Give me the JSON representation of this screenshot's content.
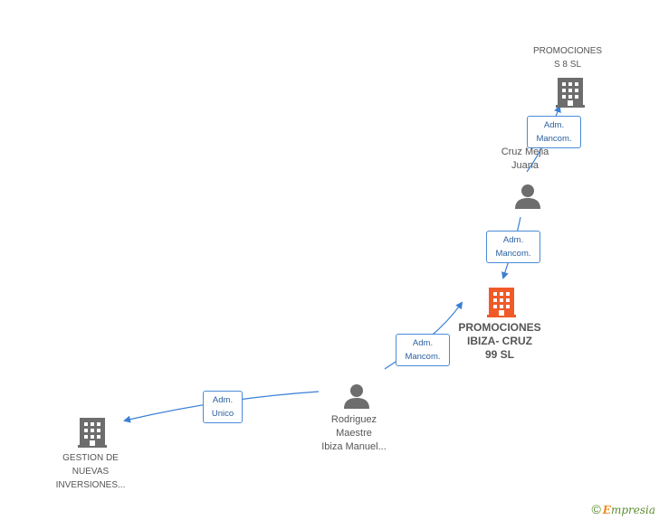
{
  "nodes": {
    "promociones_s8": {
      "line1": "PROMOCIONES",
      "line2": "S 8 SL",
      "type": "company",
      "color": "#6d6d6d"
    },
    "cruz_mejia": {
      "line1": "Cruz Mejia",
      "line2": "Juana",
      "type": "person",
      "color": "#6d6d6d"
    },
    "promociones_ibiza": {
      "line1": "PROMOCIONES",
      "line2": "IBIZA- CRUZ",
      "line3": "99 SL",
      "type": "company",
      "color": "#f05a28"
    },
    "rodriguez": {
      "line1": "Rodriguez",
      "line2": "Maestre",
      "line3": "Ibiza Manuel...",
      "type": "person",
      "color": "#6d6d6d"
    },
    "gestion": {
      "line1": "GESTION DE",
      "line2": "NUEVAS",
      "line3": "INVERSIONES...",
      "type": "company",
      "color": "#6d6d6d"
    }
  },
  "edges": {
    "e1": {
      "line1": "Adm.",
      "line2": "Mancom."
    },
    "e2": {
      "line1": "Adm.",
      "line2": "Mancom."
    },
    "e3": {
      "line1": "Adm.",
      "line2": "Mancom."
    },
    "e4": {
      "line1": "Adm.",
      "line2": "Unico"
    }
  },
  "colors": {
    "edge": "#3a7fd5",
    "label_border": "#4a8bd8"
  },
  "brand": {
    "copyright": "©",
    "first": "E",
    "rest": "mpresia"
  }
}
